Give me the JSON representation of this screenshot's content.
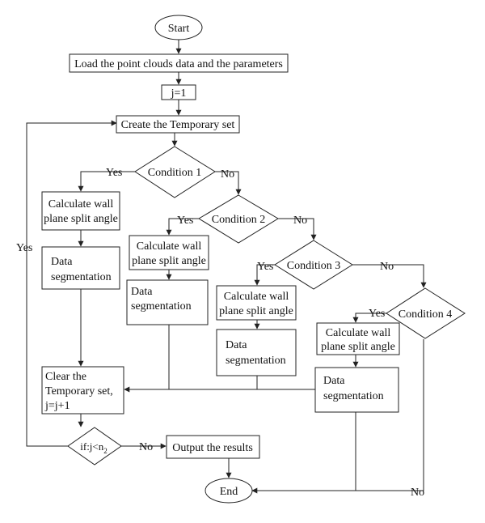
{
  "nodes": {
    "start": "Start",
    "load": "Load the point clouds data and the parameters",
    "init": "j=1",
    "create": "Create the Temporary set",
    "cond1": "Condition 1",
    "cond2": "Condition 2",
    "cond3": "Condition 3",
    "cond4": "Condition 4",
    "calc1": [
      "Calculate wall",
      "plane split angle"
    ],
    "calc2": [
      "Calculate wall",
      "plane split angle"
    ],
    "calc3": [
      "Calculate wall",
      "plane split angle"
    ],
    "calc4": [
      "Calculate wall",
      "plane split angle"
    ],
    "seg1": [
      "Data",
      "segmentation"
    ],
    "seg2": [
      "Data",
      "segmentation"
    ],
    "seg3": [
      "Data",
      "segmentation"
    ],
    "seg4": [
      "Data",
      "segmentation"
    ],
    "clear": [
      "Clear the",
      "Temporary set,",
      "j=j+1"
    ],
    "loop": "if:j<n",
    "loop_sub": "2",
    "output": "Output the results",
    "end": "End"
  },
  "labels": {
    "yes": "Yes",
    "no": "No"
  }
}
